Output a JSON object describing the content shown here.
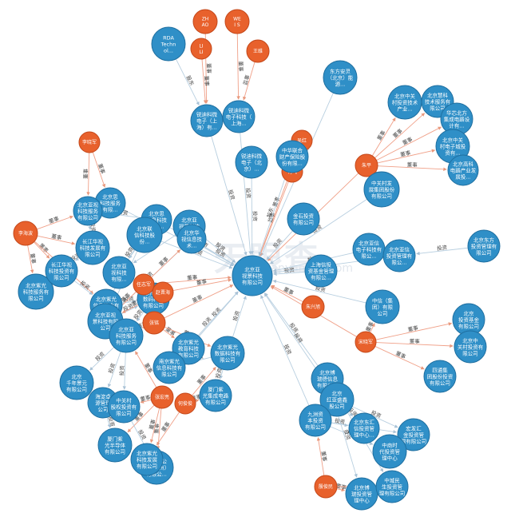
{
  "watermark": {
    "logo": "天眼查",
    "url": "tianyancha.com"
  },
  "colors": {
    "company": "#2f8fc7",
    "company_stroke": "#1f6fa0",
    "person": "#e8612c",
    "person_stroke": "#c4481a",
    "edge": "#b8cfe0",
    "edge_person": "#f0a088",
    "edge_label": "#444444"
  },
  "nodes": [
    {
      "id": "center",
      "type": "company",
      "label": "北京亚\n视景科技\n有限公司"
    },
    {
      "id": "p_zhao",
      "type": "person",
      "label": "ZH\nAO"
    },
    {
      "id": "p_wei",
      "type": "person",
      "label": "WE\nI S"
    },
    {
      "id": "c_rda",
      "type": "company",
      "label": "RDA\nTechn\nol..."
    },
    {
      "id": "p_lili",
      "type": "person",
      "label": "LI\nLI"
    },
    {
      "id": "p_wangwei",
      "type": "person",
      "label": "王维"
    },
    {
      "id": "c_zw1",
      "type": "company",
      "label": "锐迪科微\n电子（上\n海）有..."
    },
    {
      "id": "c_zw2",
      "type": "company",
      "label": "锐迪科微\n电子科技（\n上海..."
    },
    {
      "id": "c_rdbj",
      "type": "company",
      "label": "锐迪科微\n电子（北\n京）..."
    },
    {
      "id": "c_dfaq",
      "type": "company",
      "label": "东方安灵\n（北京）能\n源..."
    },
    {
      "id": "p_wu",
      "type": "person",
      "label": "吴红"
    },
    {
      "id": "p_he",
      "type": "person",
      "label": "何飞"
    },
    {
      "id": "c_zhzl",
      "type": "company",
      "label": "中华联合\n财产保险股\n份有限..."
    },
    {
      "id": "p_zhu",
      "type": "person",
      "label": "朱平"
    },
    {
      "id": "c_bjzg",
      "type": "company",
      "label": "北京中关\n村投资技术\n产业..."
    },
    {
      "id": "c_bjht",
      "type": "company",
      "label": "北京慧科\n技术服务有\n限公司"
    },
    {
      "id": "c_fqz",
      "type": "company",
      "label": "华芯北方\n集成电路设\n计有..."
    },
    {
      "id": "c_bjzgc2",
      "type": "company",
      "label": "北京中关\n村电子城投\n资有..."
    },
    {
      "id": "c_bjgq",
      "type": "company",
      "label": "北京高科\n电路产业发\n展投..."
    },
    {
      "id": "c_zgtz",
      "type": "company",
      "label": "中关村发\n展集团股份\n有限公司"
    },
    {
      "id": "p_li1",
      "type": "person",
      "label": "李晓军"
    },
    {
      "id": "p_li2",
      "type": "person",
      "label": "李海波"
    },
    {
      "id": "c_jw1",
      "type": "company",
      "label": "北京思\n科技服务\n有限..."
    },
    {
      "id": "c_jw2",
      "type": "company",
      "label": "北京思\n信息科技\n有限..."
    },
    {
      "id": "c_jw3",
      "type": "company",
      "label": "北京亚\n视景科技\n有限..."
    },
    {
      "id": "c_jw4",
      "type": "company",
      "label": "北京联\n信科技股\n份..."
    },
    {
      "id": "c_jw5",
      "type": "company",
      "label": "北京华\n视信息技\n术..."
    },
    {
      "id": "c_jw6",
      "type": "company",
      "label": "北京亚视\n科技服务\n有限公司"
    },
    {
      "id": "c_jw7",
      "type": "company",
      "label": "长江华视\n科技发展有\n限公司"
    },
    {
      "id": "c_jw8",
      "type": "company",
      "label": "北京紫光\n科技服务有\n限公司"
    },
    {
      "id": "c_jw9",
      "type": "company",
      "label": "北京亚\n视科技\n有限..."
    },
    {
      "id": "c_jw10",
      "type": "company",
      "label": "长江华视\n科技投资有\n限公司"
    },
    {
      "id": "c_jw11",
      "type": "company",
      "label": "北京紫光\n信息技术有\n限公司"
    },
    {
      "id": "c_jw12",
      "type": "company",
      "label": "北京亚视\n景科技有限\n公司"
    },
    {
      "id": "c_jw13",
      "type": "company",
      "label": "北京紫光\n数码科技\n有限公司"
    },
    {
      "id": "c_jw14",
      "type": "company",
      "label": "北京亚\n科技服务\n有限公司"
    },
    {
      "id": "p_ren",
      "type": "person",
      "label": "任志军"
    },
    {
      "id": "p_zhao2",
      "type": "person",
      "label": "赵晋海"
    },
    {
      "id": "p_zhang",
      "type": "person",
      "label": "张铭"
    },
    {
      "id": "c_jw15",
      "type": "company",
      "label": "北京紫光\n教育科技\n有限公司"
    },
    {
      "id": "c_jw16",
      "type": "company",
      "label": "北京紫光\n数据科技有\n限公司"
    },
    {
      "id": "c_jw17",
      "type": "company",
      "label": "南京紫光\n信息科技有\n限公司"
    },
    {
      "id": "c_bjqn",
      "type": "company",
      "label": "北京\n千年景元\n有限公司"
    },
    {
      "id": "c_hz",
      "type": "company",
      "label": "海淀卓\n源管理\n公司"
    },
    {
      "id": "c_zgxx",
      "type": "company",
      "label": "中关村\n股权投资有\n限公司"
    },
    {
      "id": "c_xm",
      "type": "company",
      "label": "厦门紫\n光半导体\n有限公司"
    },
    {
      "id": "c_zgsq",
      "type": "company",
      "label": "中关村公\n共（苏州）\n有限公..."
    },
    {
      "id": "c_bjzgsc",
      "type": "company",
      "label": "北京紫光\n科技发展\n有限公司"
    },
    {
      "id": "p_zhangxx",
      "type": "person",
      "label": "张宏亮"
    },
    {
      "id": "p_he2",
      "type": "person",
      "label": "何俊俊"
    },
    {
      "id": "c_xmzg",
      "type": "company",
      "label": "厦门紫\n光集成电路\n有限公司"
    },
    {
      "id": "c_jzjy",
      "type": "company",
      "label": "金石投资\n有限公司"
    },
    {
      "id": "c_shtx",
      "type": "company",
      "label": "上海信投\n资基金管理\n有限公..."
    },
    {
      "id": "c_bjdt",
      "type": "company",
      "label": "北京亚信\n电子科技有\n限公..."
    },
    {
      "id": "c_bjxs",
      "type": "company",
      "label": "北京亚信\n投资管理有\n限公..."
    },
    {
      "id": "c_bjdfs",
      "type": "company",
      "label": "北京东方\n投资管理有\n限公司"
    },
    {
      "id": "p_zhuhong",
      "type": "person",
      "label": "朱兴旭"
    },
    {
      "id": "c_zhjt",
      "type": "company",
      "label": "中信（集\n团）有限\n公司"
    },
    {
      "id": "p_song",
      "type": "person",
      "label": "宋晓军"
    },
    {
      "id": "c_bjjt",
      "type": "company",
      "label": "北京\n投资基金\n有限公司"
    },
    {
      "id": "c_bjzt",
      "type": "company",
      "label": "北京中\n关村投资有\n限公司"
    },
    {
      "id": "c_zxjt",
      "type": "company",
      "label": "四通集\n团股份投资\n有限公司"
    },
    {
      "id": "c_bjdz",
      "type": "company",
      "label": "北京博\n瑞德信息\n有限公司"
    },
    {
      "id": "c_bjhs",
      "type": "company",
      "label": "北京\n红亚盛鑫\n股公司"
    },
    {
      "id": "c_jt9",
      "type": "company",
      "label": "九洲资\n本投资\n有限公司"
    },
    {
      "id": "c_hy",
      "type": "company",
      "label": "宏发汇\n金投资管\n理有限公司"
    },
    {
      "id": "c_bjdh",
      "type": "company",
      "label": "北京东汇\n信投资管\n理中心..."
    },
    {
      "id": "c_bjzx",
      "type": "company",
      "label": "中商时\n代投资管\n理中心"
    },
    {
      "id": "p_yin",
      "type": "person",
      "label": "殷俊民"
    },
    {
      "id": "c_bjzy",
      "type": "company",
      "label": "北京博\n瑞投资管\n理中心"
    },
    {
      "id": "c_bjhf",
      "type": "company",
      "label": "中城民\n生投资管\n理有限公司"
    }
  ],
  "edges": [
    {
      "from": "c_zw1",
      "to": "center",
      "label": "投资"
    },
    {
      "from": "c_zw2",
      "to": "center",
      "label": "投资"
    },
    {
      "from": "c_rdbj",
      "to": "center",
      "label": "投资"
    },
    {
      "from": "p_zhao",
      "to": "c_zw1",
      "label": "董事"
    },
    {
      "from": "p_wei",
      "to": "c_zw2",
      "label": "董事"
    },
    {
      "from": "c_rda",
      "to": "c_zw1",
      "label": "股东"
    },
    {
      "from": "p_lili",
      "to": "c_zw1",
      "label": "董事"
    },
    {
      "from": "p_wangwei",
      "to": "c_zw2",
      "label": "监事"
    },
    {
      "from": "c_dfaq",
      "to": "center",
      "label": "投资"
    },
    {
      "from": "p_wu",
      "to": "center",
      "label": "董事"
    },
    {
      "from": "p_he",
      "to": "center",
      "label": "监事"
    },
    {
      "from": "c_zhzl",
      "to": "center",
      "label": "股东"
    },
    {
      "from": "p_zhu",
      "to": "center",
      "label": "董事"
    },
    {
      "from": "p_zhu",
      "to": "c_bjzg",
      "label": "董事"
    },
    {
      "from": "p_zhu",
      "to": "c_bjht",
      "label": "董事"
    },
    {
      "from": "p_zhu",
      "to": "c_fqz",
      "label": "董事"
    },
    {
      "from": "p_zhu",
      "to": "c_bjzgc2",
      "label": "董事"
    },
    {
      "from": "p_zhu",
      "to": "c_bjgq",
      "label": "董事"
    },
    {
      "from": "p_zhu",
      "to": "c_zgtz",
      "label": "董事"
    },
    {
      "from": "c_zgtz",
      "to": "center",
      "label": "投资"
    },
    {
      "from": "c_jzjy",
      "to": "center",
      "label": "投资"
    },
    {
      "from": "c_shtx",
      "to": "center",
      "label": "投资"
    },
    {
      "from": "c_bjdt",
      "to": "center",
      "label": "投资"
    },
    {
      "from": "c_bjxs",
      "to": "center",
      "label": "投资"
    },
    {
      "from": "c_bjdfs",
      "to": "c_bjxs",
      "label": "投资"
    },
    {
      "from": "p_zhuhong",
      "to": "center",
      "label": "董事"
    },
    {
      "from": "c_zhjt",
      "to": "center",
      "label": "投资"
    },
    {
      "from": "p_song",
      "to": "center",
      "label": "监事"
    },
    {
      "from": "p_song",
      "to": "c_zhjt",
      "label": "董事"
    },
    {
      "from": "p_song",
      "to": "c_bjjt",
      "label": "董事"
    },
    {
      "from": "p_song",
      "to": "c_bjzt",
      "label": "董事"
    },
    {
      "from": "p_song",
      "to": "c_zxjt",
      "label": "董事"
    },
    {
      "from": "c_bjdz",
      "to": "center",
      "label": "投资"
    },
    {
      "from": "c_bjhs",
      "to": "center",
      "label": "投资"
    },
    {
      "from": "c_jt9",
      "to": "center",
      "label": "投资"
    },
    {
      "from": "c_jt9",
      "to": "c_hy",
      "label": "投资"
    },
    {
      "from": "c_jt9",
      "to": "c_bjdh",
      "label": "投资"
    },
    {
      "from": "c_jt9",
      "to": "c_bjzx",
      "label": "投资"
    },
    {
      "from": "p_yin",
      "to": "c_jt9",
      "label": "董事"
    },
    {
      "from": "p_yin",
      "to": "c_bjzy",
      "label": "董事"
    },
    {
      "from": "p_yin",
      "to": "c_bjhf",
      "label": "董事"
    },
    {
      "from": "c_bjhs",
      "to": "c_hy",
      "label": "投资"
    },
    {
      "from": "c_bjhs",
      "to": "c_bjdh",
      "label": "投资"
    },
    {
      "from": "c_bjdz",
      "to": "c_bjhf",
      "label": "投资"
    },
    {
      "from": "c_bjdz",
      "to": "c_bjzy",
      "label": "投资"
    },
    {
      "from": "p_ren",
      "to": "center",
      "label": "董事"
    },
    {
      "from": "p_zhao2",
      "to": "center",
      "label": "董事"
    },
    {
      "from": "p_zhang",
      "to": "center",
      "label": "董事"
    },
    {
      "from": "c_jw1",
      "to": "center",
      "label": "投资"
    },
    {
      "from": "c_jw2",
      "to": "center",
      "label": "投资"
    },
    {
      "from": "c_jw3",
      "to": "center",
      "label": "投资"
    },
    {
      "from": "c_jw4",
      "to": "center",
      "label": "投资"
    },
    {
      "from": "c_jw5",
      "to": "center",
      "label": "投资"
    },
    {
      "from": "c_jw15",
      "to": "center",
      "label": "投资"
    },
    {
      "from": "c_jw16",
      "to": "center",
      "label": "投资"
    },
    {
      "from": "c_jw17",
      "to": "center",
      "label": "投资"
    },
    {
      "from": "p_li1",
      "to": "c_jw1",
      "label": "董事"
    },
    {
      "from": "p_li1",
      "to": "c_jw6",
      "label": "董事"
    },
    {
      "from": "p_li2",
      "to": "c_jw6",
      "label": "董事"
    },
    {
      "from": "p_li2",
      "to": "c_jw7",
      "label": "董事"
    },
    {
      "from": "p_li2",
      "to": "c_jw8",
      "label": "董事"
    },
    {
      "from": "p_li2",
      "to": "c_jw10",
      "label": "董事"
    },
    {
      "from": "p_li2",
      "to": "c_jw11",
      "label": "董事"
    },
    {
      "from": "c_jw1",
      "to": "c_jw6",
      "label": "投资"
    },
    {
      "from": "c_jw2",
      "to": "c_jw6",
      "label": "投资"
    },
    {
      "from": "c_jw2",
      "to": "c_jw9",
      "label": "投资"
    },
    {
      "from": "c_jw3",
      "to": "c_jw9",
      "label": "投资"
    },
    {
      "from": "c_jw4",
      "to": "c_jw9",
      "label": "投资"
    },
    {
      "from": "c_jw4",
      "to": "c_jw12",
      "label": "投资"
    },
    {
      "from": "c_jw5",
      "to": "c_jw12",
      "label": "投资"
    },
    {
      "from": "c_jw6",
      "to": "c_jw7",
      "label": "投资"
    },
    {
      "from": "c_jw7",
      "to": "c_jw10",
      "label": "投资"
    },
    {
      "from": "c_jw8",
      "to": "c_jw10",
      "label": "投资"
    },
    {
      "from": "c_jw9",
      "to": "c_jw12",
      "label": "投资"
    },
    {
      "from": "c_jw10",
      "to": "c_jw11",
      "label": "投资"
    },
    {
      "from": "c_jw11",
      "to": "c_jw13",
      "label": "投资"
    },
    {
      "from": "c_jw12",
      "to": "c_jw13",
      "label": "投资"
    },
    {
      "from": "c_jw13",
      "to": "c_jw14",
      "label": "投资"
    },
    {
      "from": "c_jw12",
      "to": "c_jw14",
      "label": "投资"
    },
    {
      "from": "p_ren",
      "to": "c_jw12",
      "label": "董事"
    },
    {
      "from": "p_ren",
      "to": "c_jw5",
      "label": "董事"
    },
    {
      "from": "p_zhao2",
      "to": "c_jw12",
      "label": "董事"
    },
    {
      "from": "p_zhao2",
      "to": "c_jw13",
      "label": "董事"
    },
    {
      "from": "p_zhang",
      "to": "c_jw13",
      "label": "董事"
    },
    {
      "from": "p_zhang",
      "to": "c_jw14",
      "label": "董事"
    },
    {
      "from": "p_zhang",
      "to": "c_jw15",
      "label": "董事"
    },
    {
      "from": "p_zhang",
      "to": "c_jw16",
      "label": "董事"
    },
    {
      "from": "c_jw14",
      "to": "c_bjqn",
      "label": "投资"
    },
    {
      "from": "c_jw14",
      "to": "c_hz",
      "label": "投资"
    },
    {
      "from": "c_jw14",
      "to": "c_zgxx",
      "label": "投资"
    },
    {
      "from": "c_jw16",
      "to": "c_jw17",
      "label": "投资"
    },
    {
      "from": "c_jw16",
      "to": "c_xmzg",
      "label": "投资"
    },
    {
      "from": "p_zhangxx",
      "to": "c_jw14",
      "label": "董事"
    },
    {
      "from": "p_zhangxx",
      "to": "c_zgxx",
      "label": "董事"
    },
    {
      "from": "p_zhangxx",
      "to": "c_xm",
      "label": "董事"
    },
    {
      "from": "p_zhangxx",
      "to": "c_zgsq",
      "label": "董事"
    },
    {
      "from": "p_zhangxx",
      "to": "c_bjzgsc",
      "label": "董事"
    },
    {
      "from": "p_he2",
      "to": "c_jw16",
      "label": "董事"
    },
    {
      "from": "p_he2",
      "to": "c_xmzg",
      "label": "董事"
    },
    {
      "from": "p_he2",
      "to": "c_bjzgsc",
      "label": "董事"
    },
    {
      "from": "c_hz",
      "to": "c_xm",
      "label": "投资"
    },
    {
      "from": "c_zgxx",
      "to": "c_zgsq",
      "label": "投资"
    },
    {
      "from": "c_bjzgsc",
      "to": "c_zgsq",
      "label": "投资"
    }
  ]
}
